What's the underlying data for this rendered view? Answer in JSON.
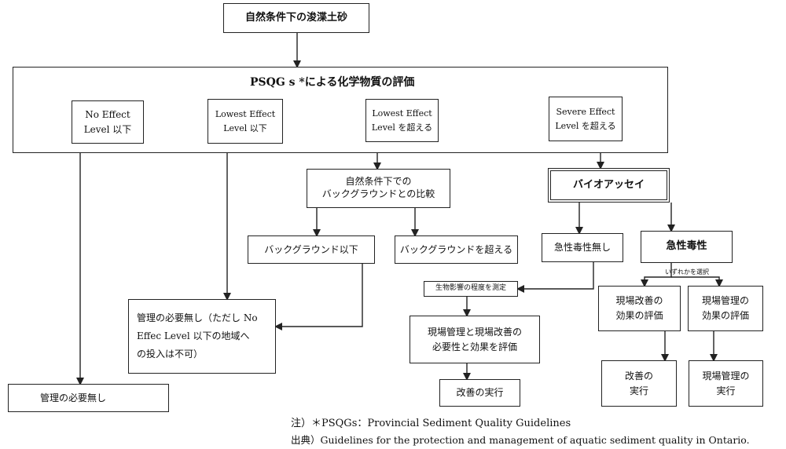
{
  "nodes": {
    "start": "自然条件下の浚渫土砂",
    "psqg_title": "PSQG s *による化学物質の評価",
    "noeffect": [
      "No Effect",
      "Level 以下"
    ],
    "lowest_below": [
      "Lowest Effect",
      "Level 以下"
    ],
    "lowest_above": [
      "Lowest Effect",
      "Level を超える"
    ],
    "severe_above": [
      "Severe Effect",
      "Level を超える"
    ],
    "background_compare": [
      "自然条件下での",
      "バックグラウンドとの比較"
    ],
    "bioassay": "バイオアッセイ",
    "bg_below": "バックグラウンド以下",
    "bg_above": "バックグラウンドを超える",
    "no_toxicity": "急性毒性無し",
    "toxicity": "急性毒性",
    "measure_bio": "生物影響の程度を測定",
    "choose_either": "いずれかを選択",
    "evaluate_need": [
      "現場管理と現場改善の",
      "必要性と効果を評価"
    ],
    "improve_eval": [
      "現場改善の",
      "効果の評価"
    ],
    "manage_eval": [
      "現場管理の",
      "効果の評価"
    ],
    "mgmt_none_except": [
      "管理の必要無し（ただし No",
      "Effec Level 以下の地域へ",
      "の投入は不可）"
    ],
    "mgmt_none": "管理の必要無し",
    "do_improve": "改善の実行",
    "do_improve2": [
      "改善の",
      "実行"
    ],
    "do_manage": [
      "現場管理の",
      "実行"
    ]
  },
  "notes": {
    "note": "注）＊PSQGs：Provincial Sediment Quality Guidelines",
    "source": "出典）Guidelines for the protection and management of aquatic sediment quality in Ontario."
  }
}
